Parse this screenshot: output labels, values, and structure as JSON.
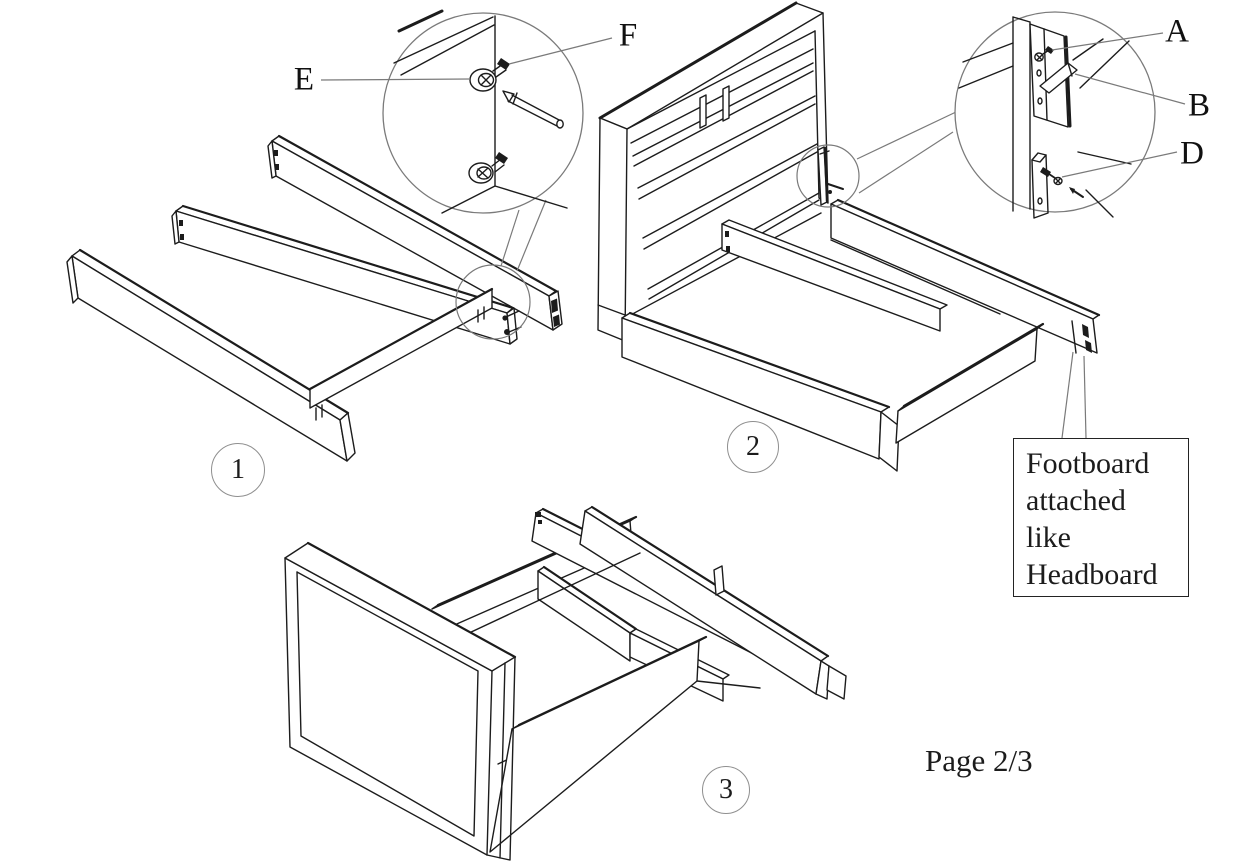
{
  "page": {
    "background": "#ffffff",
    "ink_color": "#1c1c1c",
    "annotation_color": "#7a7a7a",
    "page_indicator": "Page 2/3"
  },
  "hardware_labels": {
    "a": "A",
    "b": "B",
    "d": "D",
    "e": "E",
    "f": "F"
  },
  "steps": [
    {
      "number": "1"
    },
    {
      "number": "2"
    },
    {
      "number": "3"
    }
  ],
  "note_box": {
    "line1": "Footboard",
    "line2": "attached",
    "line3": "like",
    "line4": "Headboard"
  }
}
